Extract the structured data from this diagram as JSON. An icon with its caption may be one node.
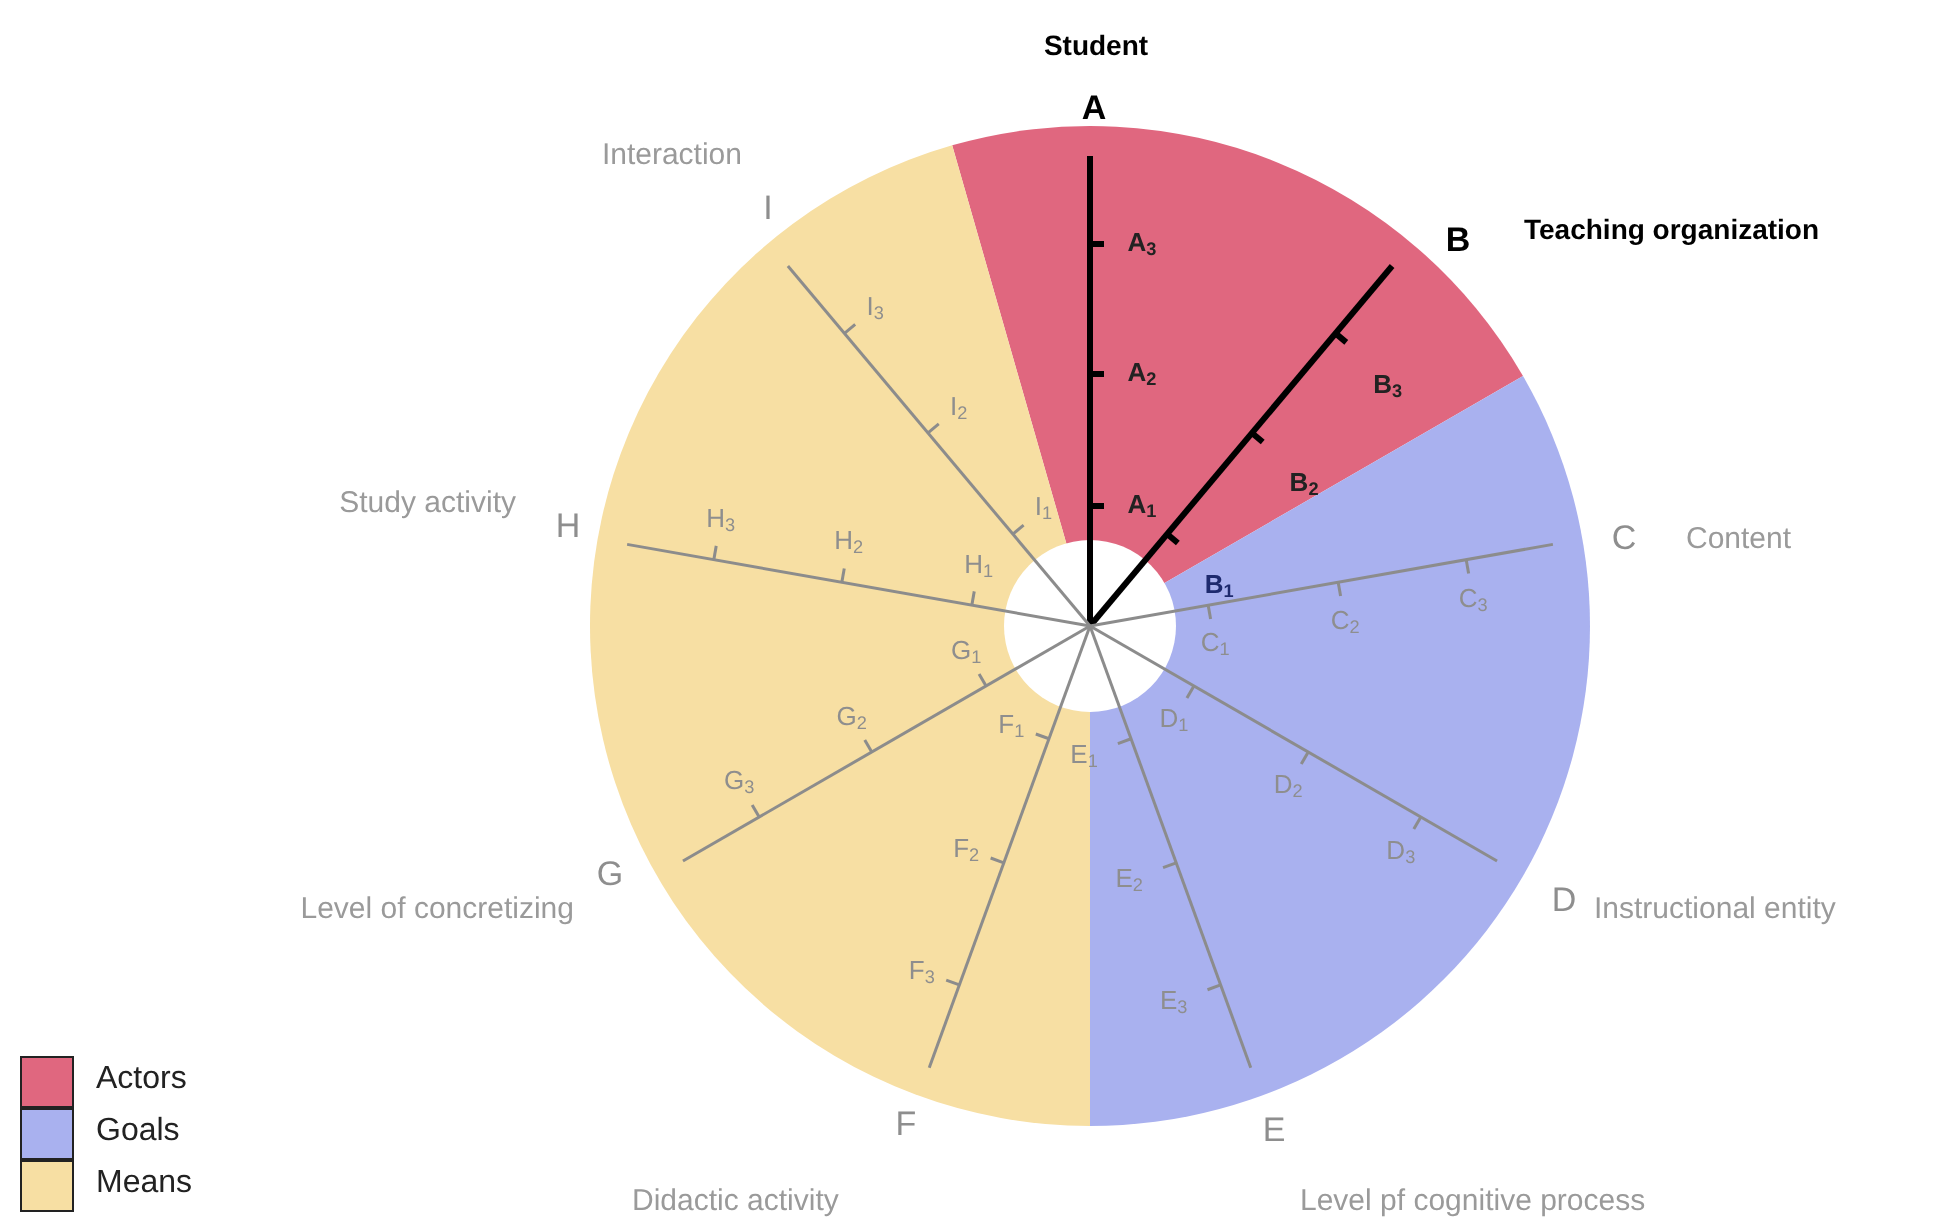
{
  "diagram": {
    "labels": [
      "Student",
      "A",
      "A$_{1}$",
      "A$_{2}$",
      "A$_{3}$",
      "Teaching organization",
      "B",
      "B$_{1}$",
      "B$_{2}$",
      "B$_{3}$",
      "Content",
      "C",
      "C$_{1}$",
      "C$_{2}$",
      "C$_{3}$",
      "Instructional entity",
      "D",
      "D$_{1}$",
      "D$_{2}$",
      "D$_{3}$",
      "Level pf cognitive process",
      "E",
      "E$_{1}$",
      "E$_{2}$",
      "E$_{3}$",
      "Didactic activity",
      "F",
      "F$_{1}$",
      "F$_{2}$",
      "F$_{3}$",
      "Level of concretizing",
      "G",
      "G$_{1}$",
      "G$_{2}$",
      "G$_{3}$",
      "Study activity",
      "H",
      "H$_{1}$",
      "H$_{2}$",
      "H$_{3}$",
      "Interaction",
      "I",
      "I$_{1}$",
      "I$_{2}$",
      "I$_{3}$"
    ],
    "legend": [
      {
        "text": "Actors",
        "color": "#e0677f"
      },
      {
        "text": "Goals",
        "color": "#a9b1ef"
      },
      {
        "text": "Means",
        "color": "#f7dfa3"
      }
    ]
  }
}
